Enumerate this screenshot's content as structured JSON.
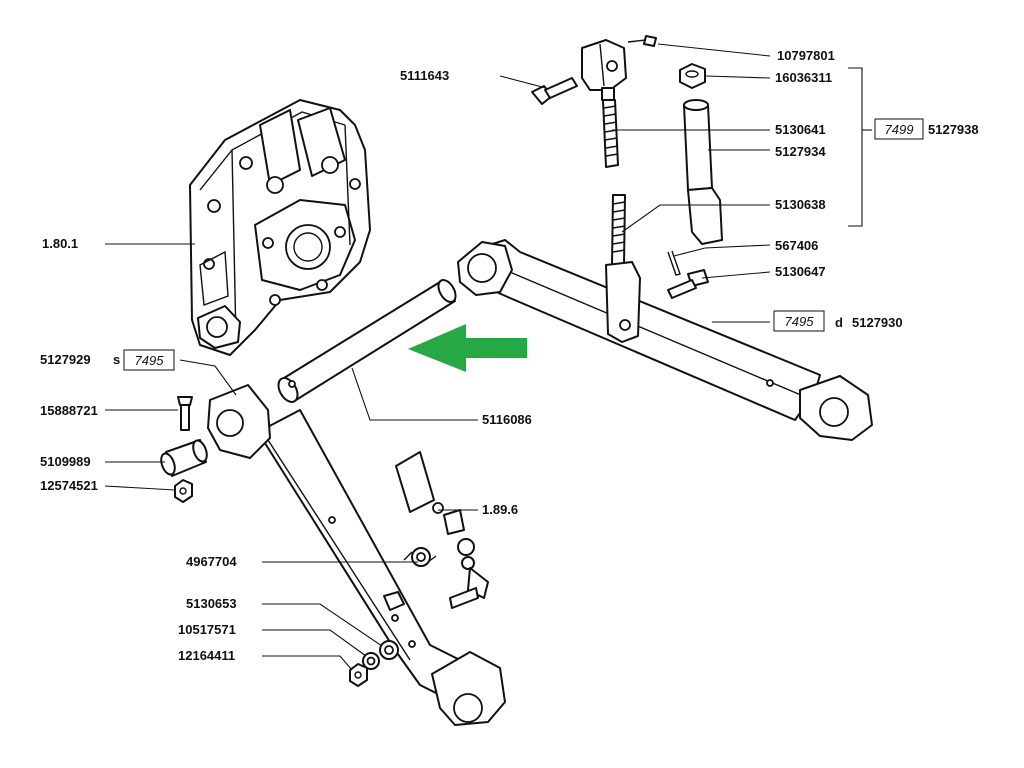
{
  "labels": {
    "top_pin_bolt": "10797801",
    "pin": "5111643",
    "nut_top": "16036311",
    "upper_screw": "5130641",
    "sleeve": "5127934",
    "lower_screw": "5130638",
    "cotter_pin": "567406",
    "bolt_right": "5130647",
    "housing": "1.80.1",
    "left_arm": "5127929",
    "left_arm_suffix": "s",
    "shaft": "5116086",
    "bolt_left": "15888721",
    "bushing": "5109989",
    "nut_left": "12574521",
    "stabilizer": "1.89.6",
    "clip": "4967704",
    "washer_a": "5130653",
    "washer_b": "10517571",
    "nut_bottom": "12164411",
    "right_arm": "5127930",
    "right_arm_prefix": "d"
  },
  "boxes": {
    "right_arm_box": "7495",
    "left_arm_box": "7495",
    "assembly_box": "7499"
  },
  "assembly": "5127938",
  "colors": {
    "arrow": "#26a845",
    "line": "#111111"
  },
  "icons": [
    "arrow-left-icon"
  ]
}
